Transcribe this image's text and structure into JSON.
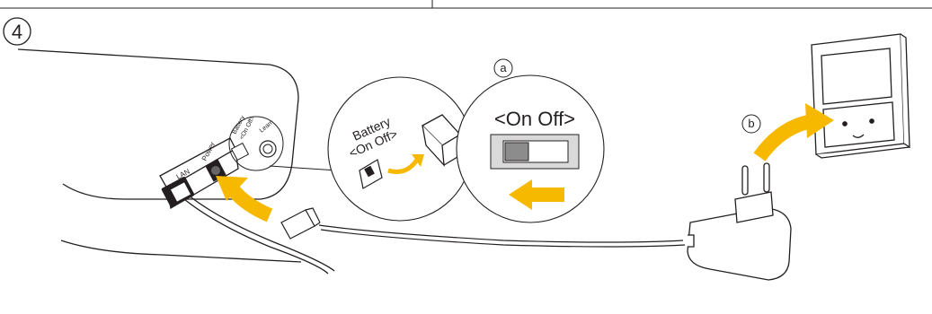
{
  "step": {
    "number": "4"
  },
  "callouts": {
    "a": "a",
    "b": "b"
  },
  "device": {
    "lan_label": "LAN",
    "power_label": "Power",
    "battery_label_line1": "Battery",
    "battery_label_line2": "<On Off>",
    "learn_label": "Learn"
  },
  "zoom_battery": {
    "line1": "Battery",
    "line2": "<On Off>"
  },
  "zoom_switch": {
    "label": "<On Off>"
  },
  "colors": {
    "arrow": "#f7b800",
    "line": "#231f20",
    "switch_bg": "#d9d9d9",
    "knob": "#8c8c8c"
  },
  "icons": [
    "arrow-right-icon",
    "arrow-left-icon",
    "curved-arrow-icon",
    "power-plug-icon",
    "wall-socket-icon"
  ]
}
